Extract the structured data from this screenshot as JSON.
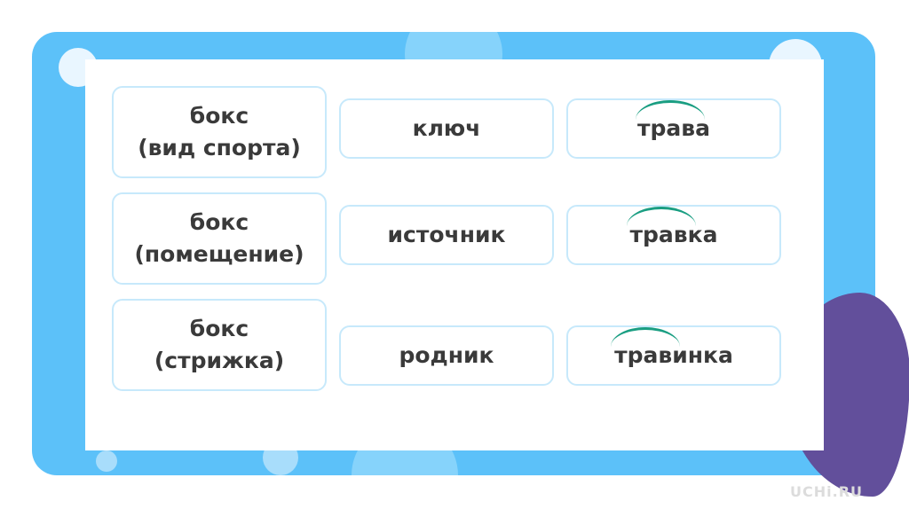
{
  "column_left": [
    {
      "line1": "бокс",
      "line2": "(вид спорта)"
    },
    {
      "line1": "бокс",
      "line2": "(помещение)"
    },
    {
      "line1": "бокс",
      "line2": "(стрижка)"
    }
  ],
  "column_middle": [
    "ключ",
    "источник",
    "родник"
  ],
  "column_right": [
    "трава",
    "травка",
    "травинка"
  ],
  "logo_text": "UCHi.RU",
  "colors": {
    "frame": "#5cc1f9",
    "tile_border": "#c7e9fb",
    "root_arc": "#1a9e82",
    "blob": "#624f9b"
  }
}
